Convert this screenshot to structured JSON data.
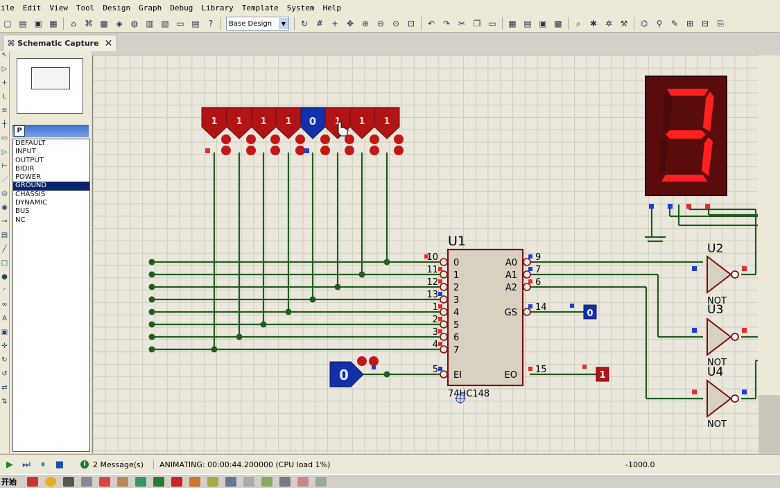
{
  "menu": [
    "ile",
    "Edit",
    "View",
    "Tool",
    "Design",
    "Graph",
    "Debug",
    "Library",
    "Template",
    "System",
    "Help"
  ],
  "toolbar": {
    "design_select": "Base Design"
  },
  "tab": {
    "label": "Schematic Capture",
    "close": "✕"
  },
  "picker": {
    "mode_badge": "P",
    "items": [
      "DEFAULT",
      "INPUT",
      "OUTPUT",
      "BIDIR",
      "POWER",
      "GROUND",
      "CHASSIS",
      "DYNAMIC",
      "BUS",
      "NC"
    ],
    "selected": "GROUND"
  },
  "schematic": {
    "logicstate_values": [
      "1",
      "1",
      "1",
      "1",
      "0",
      "1",
      "1",
      "1"
    ],
    "logicstate_led_values": [
      "0",
      "0",
      "0",
      "0",
      "0",
      "0",
      "0",
      "0"
    ],
    "u1": {
      "ref": "U1",
      "part": "74HC148",
      "left_pins": [
        {
          "num": "10",
          "name": "0"
        },
        {
          "num": "11",
          "name": "1"
        },
        {
          "num": "12",
          "name": "2"
        },
        {
          "num": "13",
          "name": "3"
        },
        {
          "num": "1",
          "name": "4"
        },
        {
          "num": "2",
          "name": "5"
        },
        {
          "num": "3",
          "name": "6"
        },
        {
          "num": "4",
          "name": "7"
        },
        {
          "num": "5",
          "name": "EI"
        }
      ],
      "right_pins": [
        {
          "num": "9",
          "name": "A0"
        },
        {
          "num": "7",
          "name": "A1"
        },
        {
          "num": "6",
          "name": "A2"
        },
        {
          "num": "14",
          "name": "GS"
        },
        {
          "num": "15",
          "name": "EO"
        }
      ]
    },
    "ei_input": "0",
    "gs_probe": "0",
    "eo_probe": "1",
    "gates": [
      {
        "ref": "U2",
        "type": "NOT"
      },
      {
        "ref": "U3",
        "type": "NOT"
      },
      {
        "ref": "U4",
        "type": "NOT"
      }
    ],
    "display_digit": "3"
  },
  "status": {
    "messages": "2 Message(s)",
    "animating": "ANIMATING: 00:00:44.200000 (CPU load 1%)",
    "coordinate": "-1000.0"
  },
  "taskbar": {
    "start": "开始"
  },
  "colors": {
    "wire": "#1f5c1f",
    "component_red": "#b01414",
    "component_blue": "#1230a8",
    "chip_fill": "#d8d0c0",
    "segment_on": "#ff2020",
    "segment_off": "#4a0a0a"
  }
}
